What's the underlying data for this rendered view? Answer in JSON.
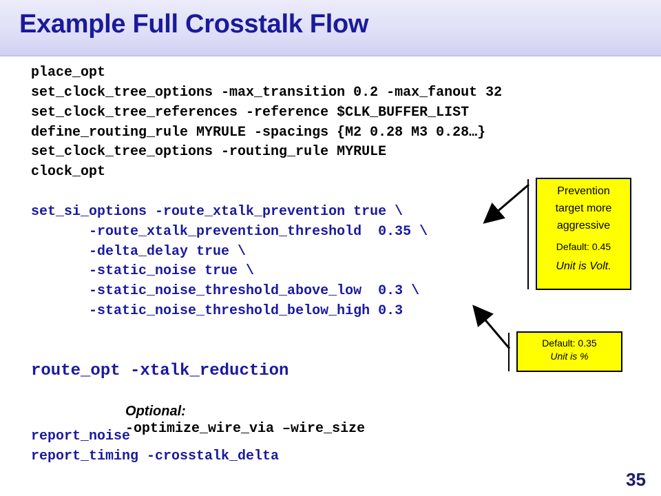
{
  "slide": {
    "title": "Example Full Crosstalk Flow",
    "page_number": "35"
  },
  "code": {
    "block1": [
      "place_opt",
      "set_clock_tree_options -max_transition 0.2 -max_fanout 32",
      "set_clock_tree_references -reference $CLK_BUFFER_LIST",
      "define_routing_rule MYRULE -spacings {M2 0.28 M3 0.28…}",
      "set_clock_tree_options -routing_rule MYRULE",
      "clock_opt"
    ],
    "block2": [
      "set_si_options -route_xtalk_prevention true \\",
      "       -route_xtalk_prevention_threshold  0.35 \\",
      "       -delta_delay true \\",
      "       -static_noise true \\",
      "       -static_noise_threshold_above_low  0.3 \\",
      "       -static_noise_threshold_below_high 0.3"
    ],
    "route_opt": "route_opt -xtalk_reduction",
    "optional_label": "Optional:",
    "optional_code": "-optimize_wire_via –wire_size",
    "block3": [
      "report_noise",
      "report_timing -crosstalk_delta"
    ]
  },
  "callouts": {
    "prevention": {
      "line1": "Prevention",
      "line2": "target more",
      "line3": "aggressive",
      "default": "Default: 0.45",
      "unit": "Unit is Volt."
    },
    "threshold": {
      "default": "Default: 0.35",
      "unit": "Unit is %"
    }
  },
  "colors": {
    "title": "#1a1a9a",
    "code_blue": "#1a1aa0",
    "callout_fill": "#ffff00"
  }
}
